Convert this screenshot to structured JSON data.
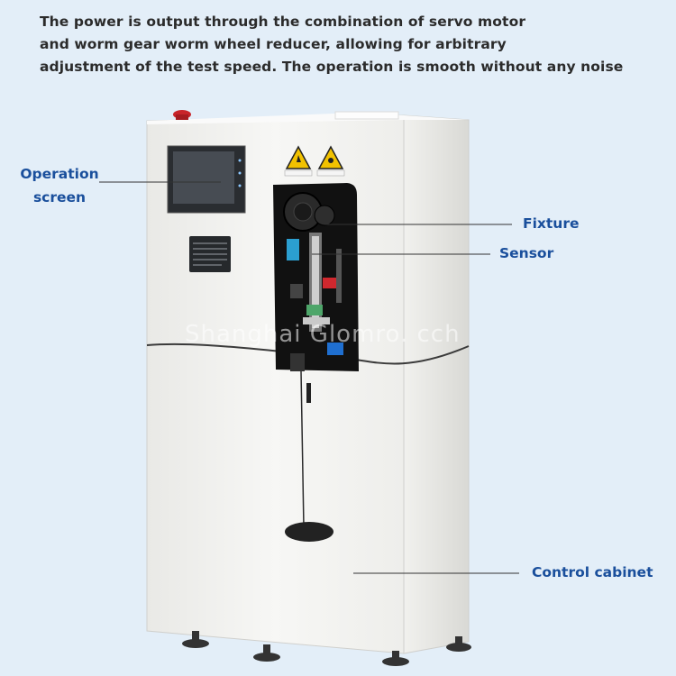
{
  "description_lines": [
    "The power is output through the combination of servo motor",
    "and worm gear worm wheel reducer, allowing for arbitrary",
    "adjustment of the test speed. The operation is smooth without any noise"
  ],
  "labels": {
    "operation_screen_line1": "Operation",
    "operation_screen_line2": "screen",
    "fixture": "Fixture",
    "sensor": "Sensor",
    "control_cabinet": "Control cabinet"
  },
  "watermark": "Shanghai Glomro. cch",
  "colors": {
    "background": "#e3eef8",
    "label": "#1a4f9c",
    "heading": "#2b2b2b",
    "cabinet": "#f3f3f1",
    "panel": "#111111",
    "warning": "#f2c200"
  }
}
